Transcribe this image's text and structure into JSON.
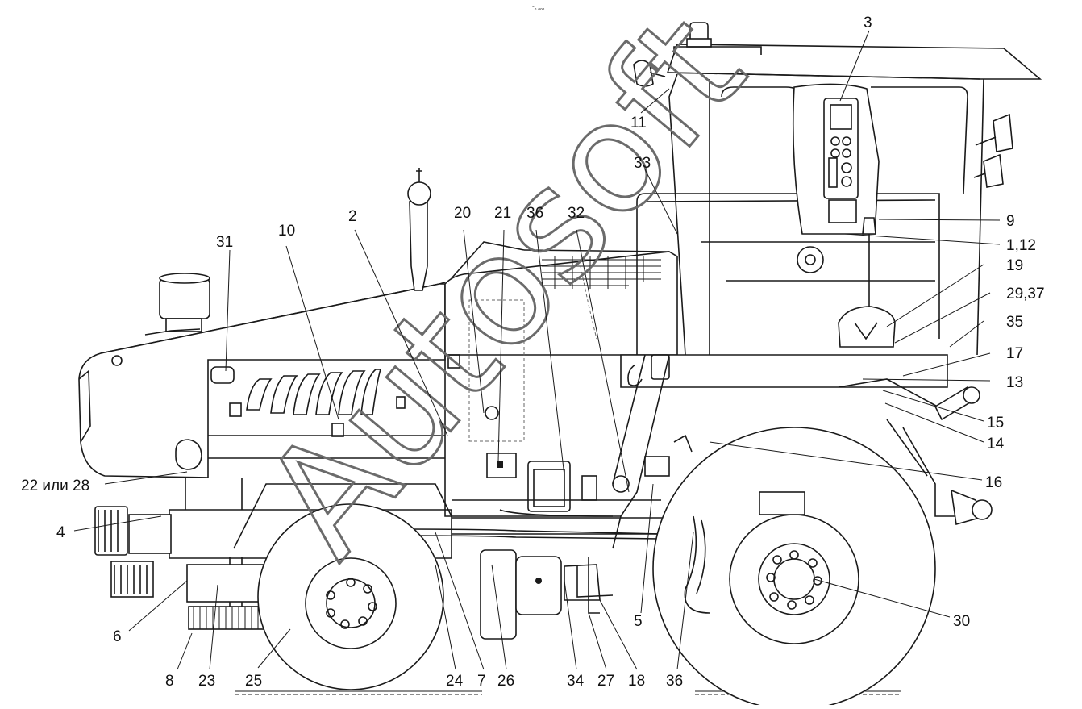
{
  "header": {
    "tiny_mark": "°ₒ ₒₒₒ"
  },
  "watermark": {
    "text": "Autosoft"
  },
  "labels": {
    "l3": "3",
    "l11": "11",
    "l33": "33",
    "l9": "9",
    "l1_12": "1,12",
    "l19": "19",
    "l29_37": "29,37",
    "l35": "35",
    "l17": "17",
    "l13": "13",
    "l15": "15",
    "l14": "14",
    "l16": "16",
    "l30": "30",
    "l2": "2",
    "l20": "20",
    "l21": "21",
    "l36_top": "36",
    "l32": "32",
    "l31": "31",
    "l10": "10",
    "l22_28": "22 или 28",
    "l4": "4",
    "l6": "6",
    "l8": "8",
    "l23": "23",
    "l25": "25",
    "l24": "24",
    "l7": "7",
    "l26": "26",
    "l34": "34",
    "l27": "27",
    "l18": "18",
    "l36_bottom": "36",
    "l5": "5"
  }
}
